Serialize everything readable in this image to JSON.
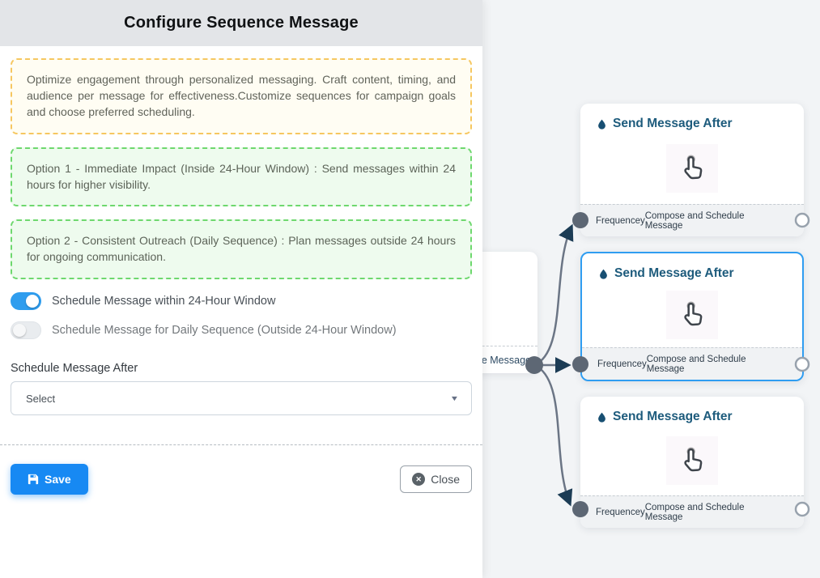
{
  "dialog": {
    "title": "Configure Sequence Message",
    "intro": "Optimize engagement through personalized messaging. Craft content, timing, and audience per message for effectiveness.Customize sequences for campaign goals and choose preferred scheduling.",
    "option1": "Option 1 - Immediate Impact (Inside 24-Hour Window) : Send messages within 24 hours for higher visibility.",
    "option2": "Option 2 - Consistent Outreach (Daily Sequence) : Plan messages outside 24 hours for ongoing communication.",
    "toggles": {
      "within": {
        "label": "Schedule Message within 24-Hour Window",
        "state": "on"
      },
      "daily": {
        "label": "Schedule Message for Daily Sequence (Outside 24-Hour Window)",
        "state": "off"
      }
    },
    "schedule_after_label": "Schedule Message After",
    "select": {
      "placeholder": "Select",
      "caret": "▼"
    },
    "actions": {
      "save": "Save",
      "close": "Close",
      "close_glyph": "✕"
    }
  },
  "flow": {
    "source_footer": "ce Message",
    "cards": [
      {
        "title": "Send Message After",
        "port_left": "Frequencey",
        "port_right": "Compose and Schedule Message",
        "selected": false
      },
      {
        "title": "Send Message After",
        "port_left": "Frequencey",
        "port_right": "Compose and Schedule Message",
        "selected": true
      },
      {
        "title": "Send Message After",
        "port_left": "Frequencey",
        "port_right": "Compose and Schedule Message",
        "selected": false
      }
    ]
  },
  "colors": {
    "accent_blue": "#1789f3",
    "toggle_on": "#2f9dee",
    "selected_node_border": "#2f9df1",
    "note_yellow_border": "#f6c760",
    "note_green_border": "#6ed86e",
    "edge_line": "#6b7585",
    "edge_arrow": "#1c3c55",
    "node_title_text": "#1d5b7c",
    "header_bg": "#e3e5e8",
    "canvas_bg": "#f2f4f6"
  }
}
